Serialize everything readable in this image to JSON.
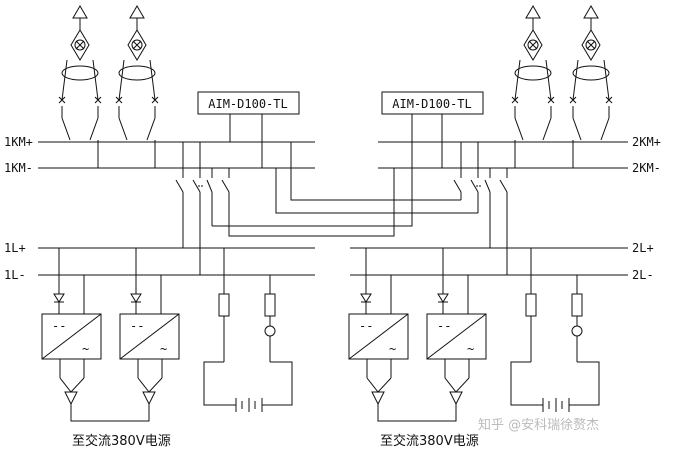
{
  "bus_labels": {
    "km1_plus": "1KM+",
    "km1_minus": "1KM-",
    "km2_plus": "2KM+",
    "km2_minus": "2KM-",
    "l1_plus": "1L+",
    "l1_minus": "1L-",
    "l2_plus": "2L+",
    "l2_minus": "2L-"
  },
  "monitors": {
    "left": "AIM-D100-TL",
    "right": "AIM-D100-TL"
  },
  "ac_labels": {
    "left": "至交流380V电源",
    "right": "至交流380V电源"
  },
  "watermark": "知乎 @安科瑞徐赘杰",
  "converter_symbols": {
    "dc": "--",
    "ac": "~"
  }
}
